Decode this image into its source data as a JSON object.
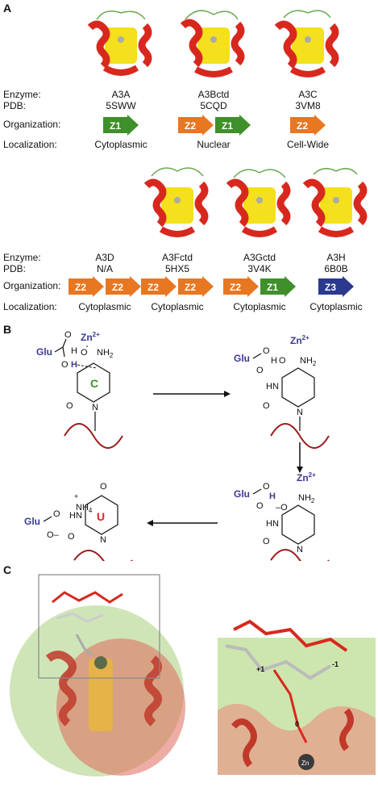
{
  "panels": {
    "a": "A",
    "b": "B",
    "c": "C"
  },
  "row_labels": {
    "enzyme": "Enzyme:",
    "pdb": "PDB:",
    "organization": "Organization:",
    "localization": "Localization:"
  },
  "top_row": [
    {
      "enzyme": "A3A",
      "pdb": "5SWW",
      "zones": [
        "Z1"
      ],
      "localization": "Cytoplasmic"
    },
    {
      "enzyme": "A3Bctd",
      "pdb": "5CQD",
      "zones": [
        "Z2",
        "Z1"
      ],
      "localization": "Nuclear"
    },
    {
      "enzyme": "A3C",
      "pdb": "3VM8",
      "zones": [
        "Z2"
      ],
      "localization": "Cell-Wide"
    }
  ],
  "bottom_row": [
    {
      "enzyme": "A3D",
      "pdb": "N/A",
      "zones": [
        "Z2",
        "Z2"
      ],
      "localization": "Cytoplasmic"
    },
    {
      "enzyme": "A3Fctd",
      "pdb": "5HX5",
      "zones": [
        "Z2",
        "Z2"
      ],
      "localization": "Cytoplasmic"
    },
    {
      "enzyme": "A3Gctd",
      "pdb": "3V4K",
      "zones": [
        "Z2",
        "Z1"
      ],
      "localization": "Cytoplasmic"
    },
    {
      "enzyme": "A3H",
      "pdb": "6B0B",
      "zones": [
        "Z3"
      ],
      "localization": "Cytoplasmic"
    }
  ],
  "zone_colors": {
    "Z1": "#3f8f2a",
    "Z2": "#e87722",
    "Z3": "#2b3a8f"
  },
  "mechanism": {
    "glu": "Glu",
    "zn": "Zn",
    "zn_charge": "2+",
    "nh2": "NH",
    "nh2_sub": "2",
    "hn": "HN",
    "o": "O",
    "n": "N",
    "h": "H",
    "oh": "O",
    "minus": "–",
    "cytidine": "C",
    "uridine": "U",
    "ammonium": "NH",
    "ammonium_sub": "4",
    "plus": "+"
  },
  "structure_labels": {
    "plus_one": "+1",
    "minus_one": "-1",
    "zero": "0",
    "zn": "Zn"
  },
  "colors": {
    "helix": "#d8281e",
    "strand": "#f4e01c",
    "loop": "#6aa84f",
    "dna": "#9b1c1c",
    "chem_label": "#3b3b8f"
  }
}
